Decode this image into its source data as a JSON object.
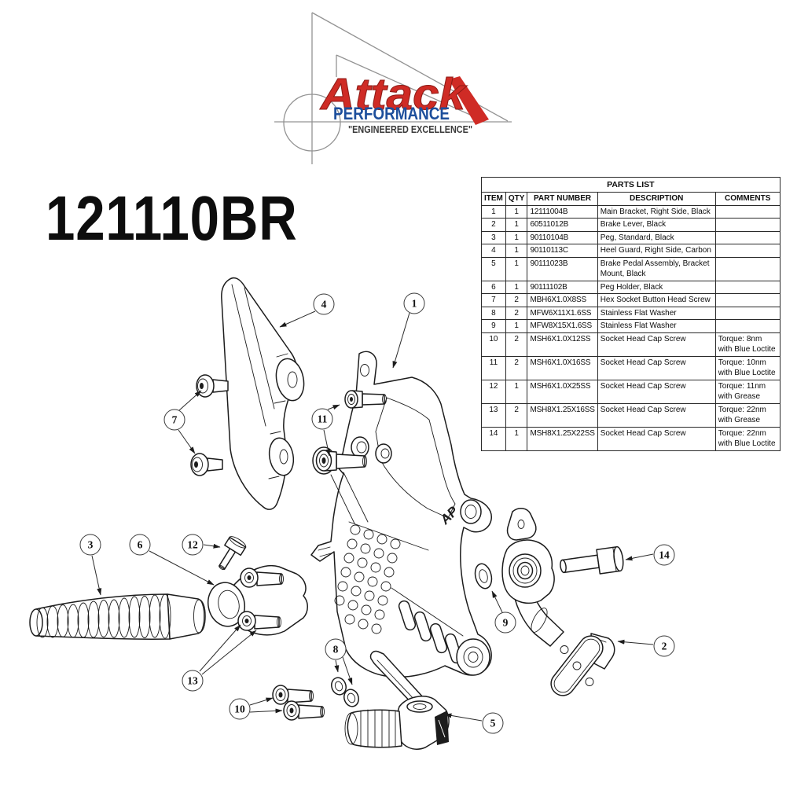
{
  "logo": {
    "brand": "Attack",
    "subtitle": "PERFORMANCE",
    "tagline": "\"ENGINEERED EXCELLENCE\"",
    "brand_color": "#cf2b25",
    "subtitle_color": "#1d4f9c",
    "tagline_color": "#3a3a3a"
  },
  "part_number": "121110BR",
  "bracket_engraving": "AP",
  "parts_list": {
    "title": "PARTS LIST",
    "columns": [
      "ITEM",
      "QTY",
      "PART NUMBER",
      "DESCRIPTION",
      "COMMENTS"
    ],
    "rows": [
      {
        "item": "1",
        "qty": "1",
        "part": "12111004B",
        "desc": "Main Bracket, Right Side, Black",
        "comments": ""
      },
      {
        "item": "2",
        "qty": "1",
        "part": "60511012B",
        "desc": "Brake Lever, Black",
        "comments": ""
      },
      {
        "item": "3",
        "qty": "1",
        "part": "90110104B",
        "desc": "Peg, Standard, Black",
        "comments": ""
      },
      {
        "item": "4",
        "qty": "1",
        "part": "90110113C",
        "desc": "Heel Guard, Right Side, Carbon",
        "comments": ""
      },
      {
        "item": "5",
        "qty": "1",
        "part": "90111023B",
        "desc": "Brake Pedal Assembly, Bracket Mount, Black",
        "comments": ""
      },
      {
        "item": "6",
        "qty": "1",
        "part": "90111102B",
        "desc": "Peg Holder, Black",
        "comments": ""
      },
      {
        "item": "7",
        "qty": "2",
        "part": "MBH6X1.0X8SS",
        "desc": "Hex Socket Button Head Screw",
        "comments": ""
      },
      {
        "item": "8",
        "qty": "2",
        "part": "MFW6X11X1.6SS",
        "desc": "Stainless Flat Washer",
        "comments": ""
      },
      {
        "item": "9",
        "qty": "1",
        "part": "MFW8X15X1.6SS",
        "desc": "Stainless Flat Washer",
        "comments": ""
      },
      {
        "item": "10",
        "qty": "2",
        "part": "MSH6X1.0X12SS",
        "desc": "Socket Head Cap Screw",
        "comments": "Torque: 8nm with Blue Loctite"
      },
      {
        "item": "11",
        "qty": "2",
        "part": "MSH6X1.0X16SS",
        "desc": "Socket Head Cap Screw",
        "comments": "Torque: 10nm with Blue Loctite"
      },
      {
        "item": "12",
        "qty": "1",
        "part": "MSH6X1.0X25SS",
        "desc": "Socket Head Cap Screw",
        "comments": "Torque: 11nm with Grease"
      },
      {
        "item": "13",
        "qty": "2",
        "part": "MSH8X1.25X16SS",
        "desc": "Socket Head Cap Screw",
        "comments": "Torque: 22nm with Grease"
      },
      {
        "item": "14",
        "qty": "1",
        "part": "MSH8X1.25X22SS",
        "desc": "Socket Head Cap Screw",
        "comments": "Torque: 22nm with Blue Loctite"
      }
    ]
  },
  "callouts": [
    {
      "num": "1"
    },
    {
      "num": "2"
    },
    {
      "num": "3"
    },
    {
      "num": "4"
    },
    {
      "num": "5"
    },
    {
      "num": "6"
    },
    {
      "num": "7"
    },
    {
      "num": "8"
    },
    {
      "num": "9"
    },
    {
      "num": "10"
    },
    {
      "num": "11"
    },
    {
      "num": "12"
    },
    {
      "num": "13"
    },
    {
      "num": "14"
    }
  ]
}
